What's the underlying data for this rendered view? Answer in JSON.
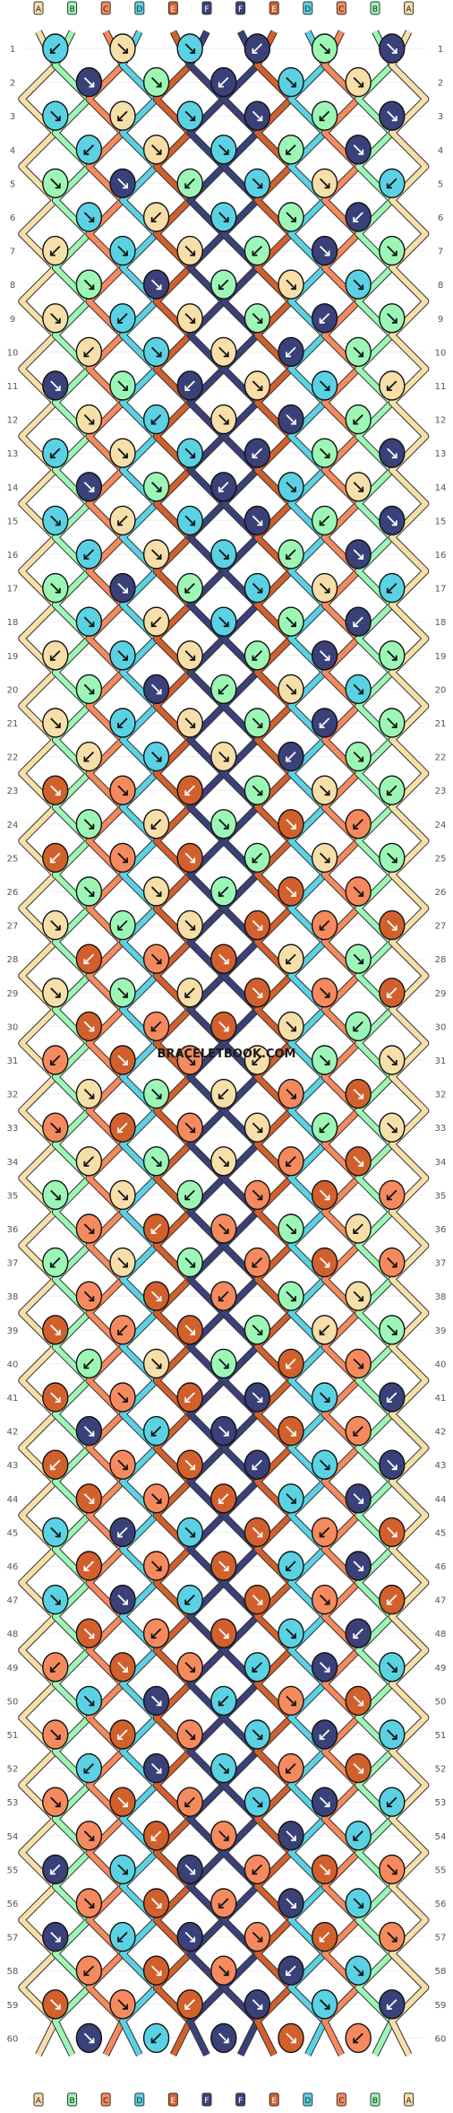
{
  "pattern": {
    "strand_letters": [
      "A",
      "B",
      "C",
      "D",
      "E",
      "F",
      "F",
      "E",
      "D",
      "C",
      "B",
      "A"
    ],
    "strand_colors": {
      "A": "#f6dfa8",
      "B": "#9cf7b6",
      "C": "#f58a5e",
      "D": "#5ad2e3",
      "E": "#d2602d",
      "F": "#3a4078"
    },
    "row_numbers": [
      "1",
      "2",
      "3",
      "4",
      "5",
      "6",
      "7",
      "8",
      "9",
      "10",
      "11",
      "12",
      "13",
      "14",
      "15",
      "16",
      "17",
      "18",
      "19",
      "20",
      "21",
      "22",
      "23",
      "24",
      "25",
      "26",
      "27",
      "28",
      "29",
      "30",
      "31",
      "32",
      "33",
      "34",
      "35",
      "36",
      "37",
      "38",
      "39",
      "40",
      "41",
      "42",
      "43",
      "44",
      "45",
      "46",
      "47",
      "48",
      "49",
      "50",
      "51",
      "52",
      "53",
      "54",
      "55",
      "56",
      "57",
      "58",
      "59",
      "60"
    ],
    "watermark": "BRACELETBOOK.COM",
    "grid_color": "#eeeeee",
    "knot_outline_color": "#111111"
  }
}
